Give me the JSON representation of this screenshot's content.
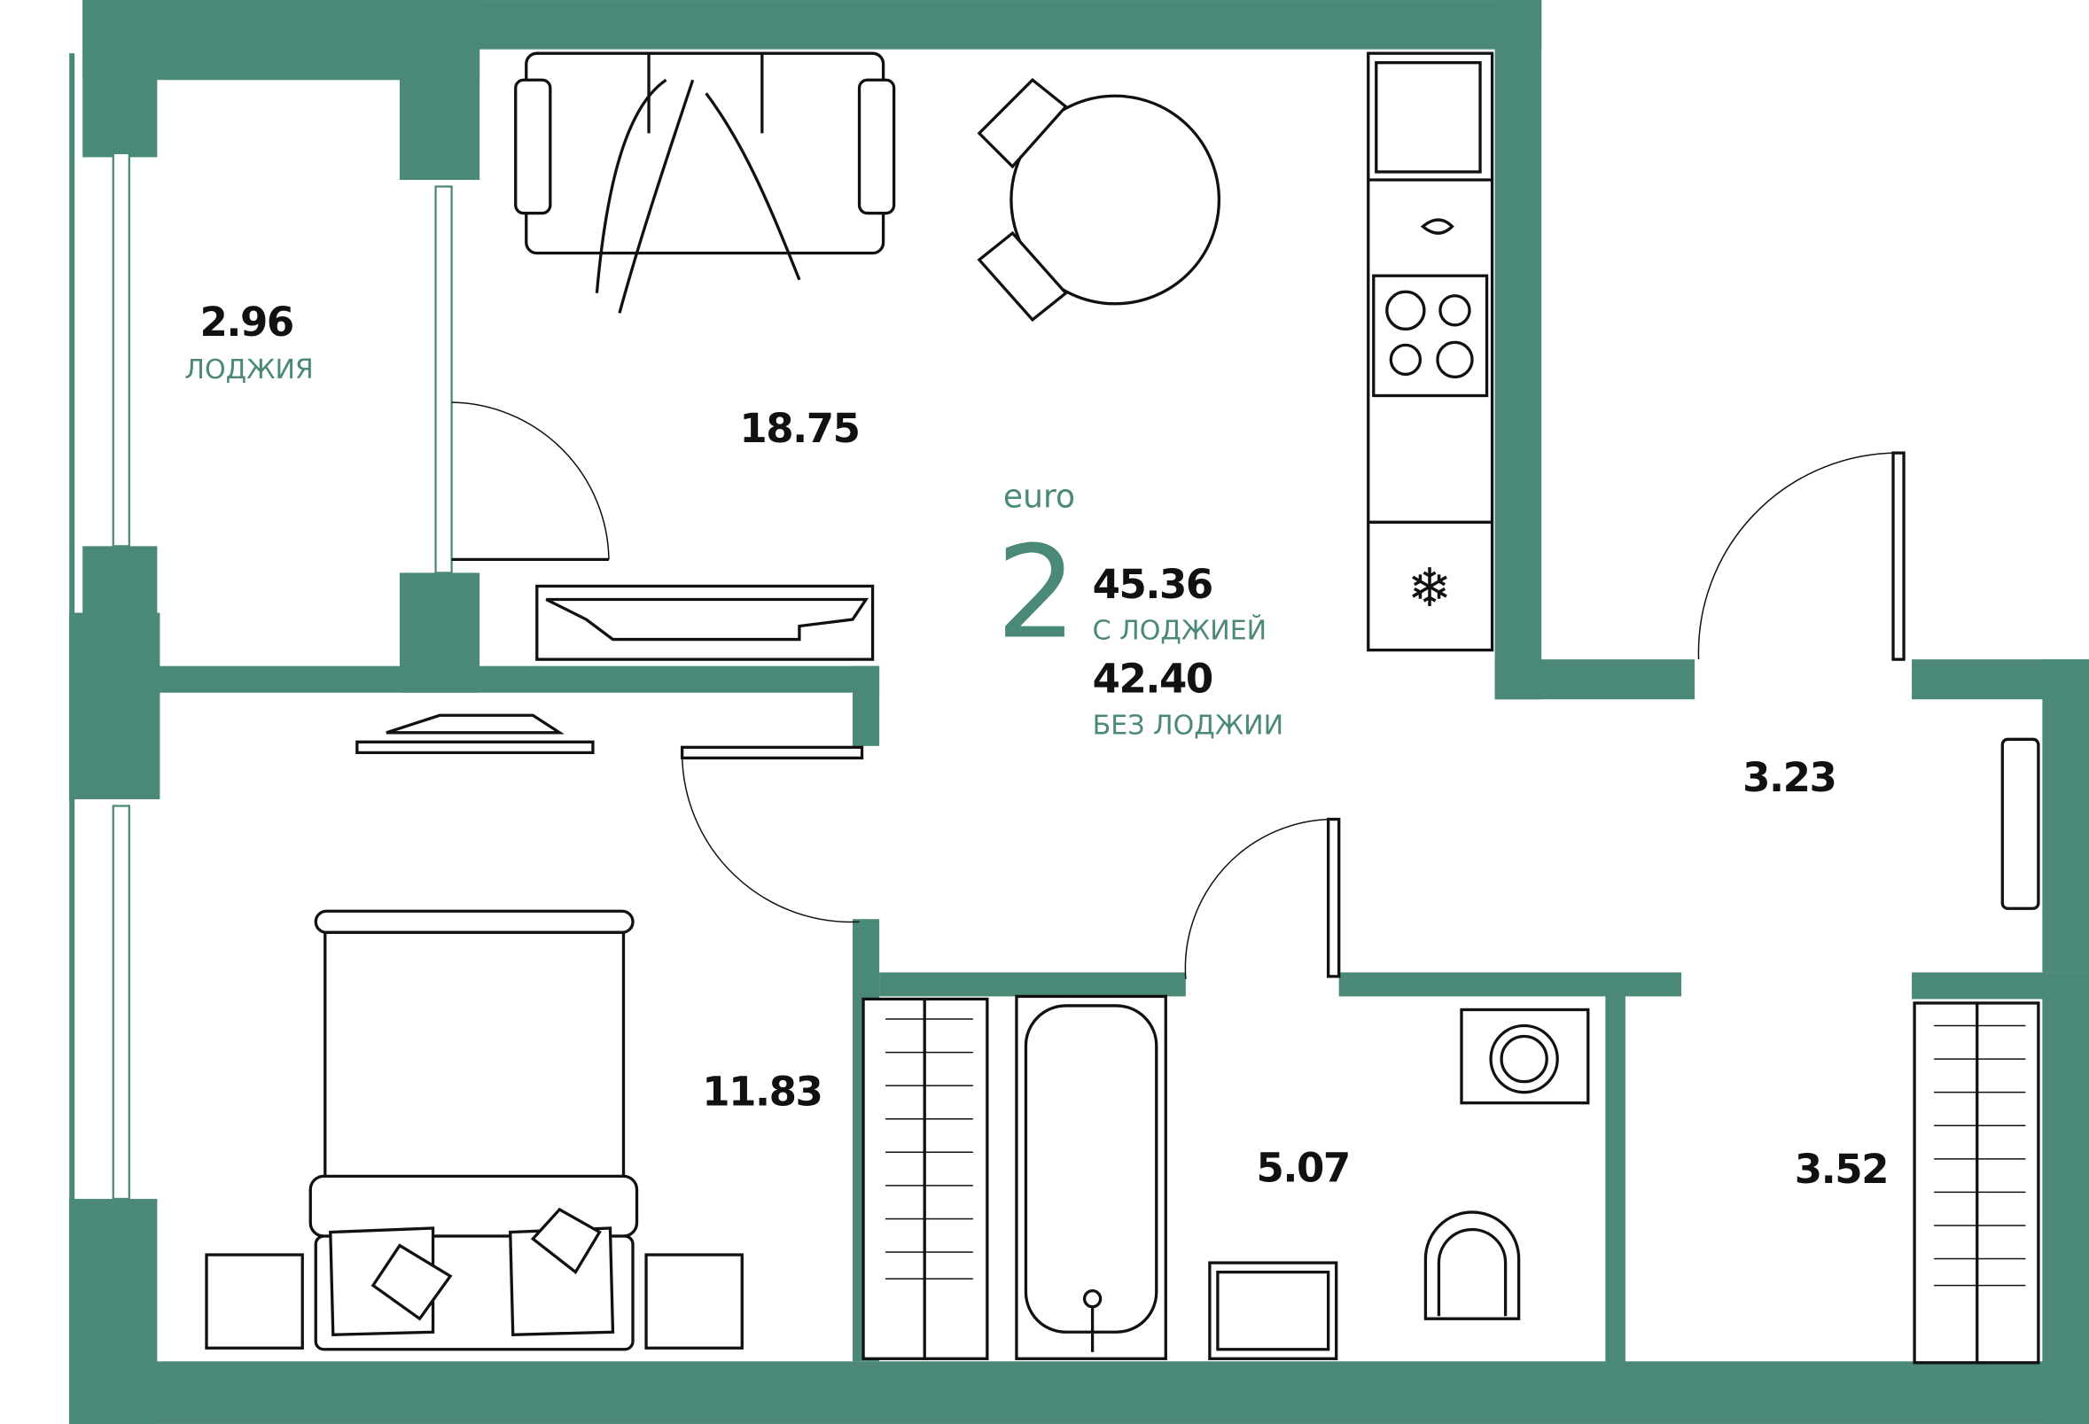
{
  "plan": {
    "type_label": "euro",
    "rooms_count": "2",
    "total_area": "45.36",
    "total_area_label": "С ЛОДЖИЕЙ",
    "area_without_loggia": "42.40",
    "area_without_loggia_label": "БЕЗ ЛОДЖИИ"
  },
  "rooms": {
    "loggia": {
      "area": "2.96",
      "label": "ЛОДЖИЯ"
    },
    "living_kitchen": {
      "area": "18.75"
    },
    "bedroom": {
      "area": "11.83"
    },
    "bathroom": {
      "area": "5.07"
    },
    "hallway": {
      "area": "3.23"
    },
    "wardrobe": {
      "area": "3.52"
    }
  },
  "colors": {
    "wall": "#4a8878",
    "accent_text": "#4a8878"
  }
}
